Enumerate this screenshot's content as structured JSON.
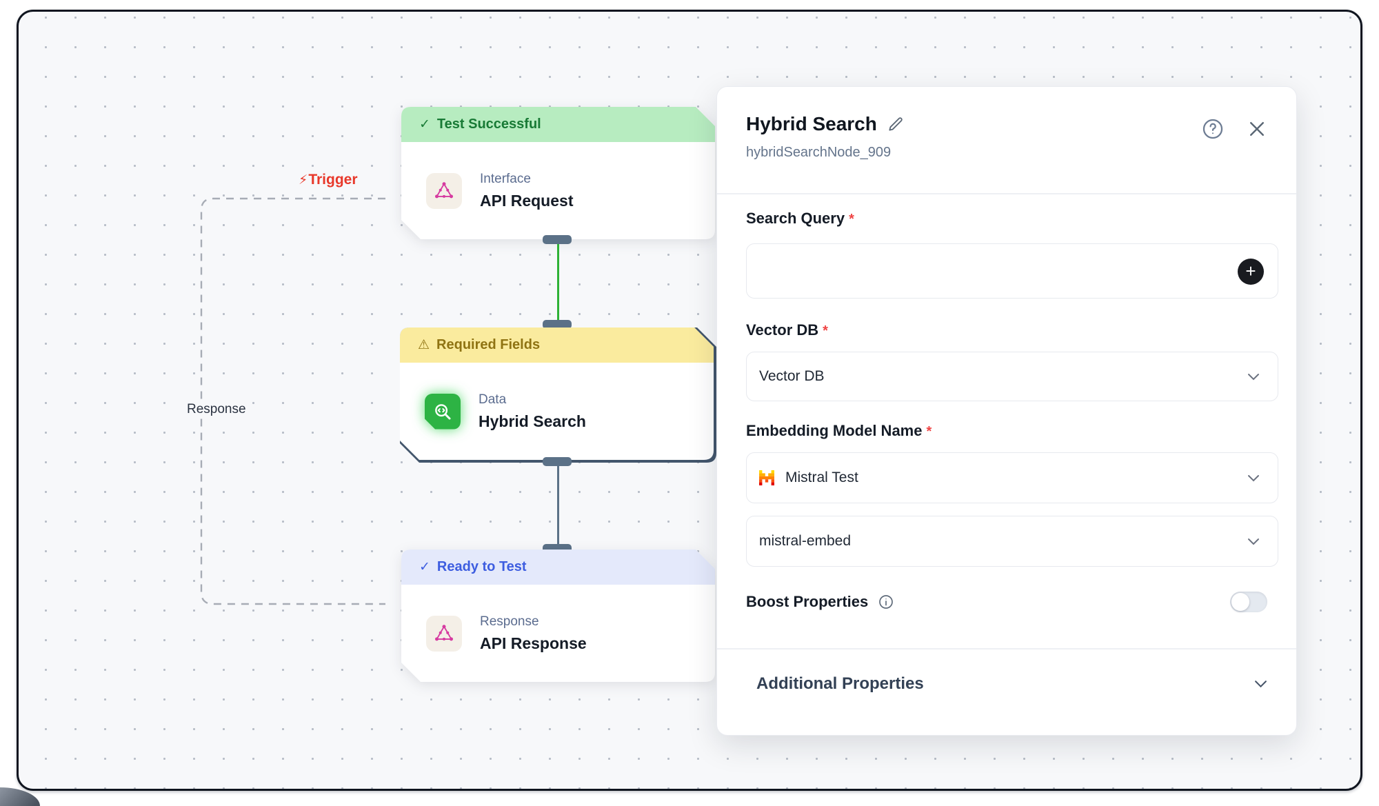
{
  "canvas": {
    "edges": {
      "trigger_icon": "⚡",
      "trigger_label": "Trigger",
      "response_label": "Response"
    },
    "nodes": [
      {
        "status_icon": "✓",
        "status_text": "Test Successful",
        "category": "Interface",
        "title": "API Request",
        "icon": "graphql-icon"
      },
      {
        "status_icon": "⚠",
        "status_text": "Required Fields",
        "category": "Data",
        "title": "Hybrid Search",
        "icon": "hybrid-search-icon"
      },
      {
        "status_icon": "✓",
        "status_text": "Ready to Test",
        "category": "Response",
        "title": "API Response",
        "icon": "graphql-icon"
      }
    ]
  },
  "panel": {
    "title": "Hybrid Search",
    "node_id": "hybridSearchNode_909",
    "fields": {
      "search_query": {
        "label": "Search Query",
        "required_marker": "*",
        "value": "",
        "add_button": "+"
      },
      "vector_db": {
        "label": "Vector DB",
        "required_marker": "*",
        "value": "Vector DB"
      },
      "embedding_model": {
        "label": "Embedding Model Name",
        "required_marker": "*",
        "value": "Mistral Test",
        "provider": "mistral-logo"
      },
      "embedding_model_id": {
        "value": "mistral-embed"
      },
      "boost_properties": {
        "label": "Boost Properties",
        "enabled": false
      },
      "additional_properties": {
        "label": "Additional Properties"
      }
    }
  },
  "colors": {
    "success_bg": "#b7ecc0",
    "success_text": "#187a35",
    "warning_bg": "#faeb9e",
    "warning_text": "#8f7312",
    "info_bg": "#e4e9fb",
    "info_text": "#3d5de0",
    "trigger_red": "#e8382a",
    "edge_green": "#2eb135",
    "edge_slate": "#5b7187",
    "required_red": "#ef4444",
    "node_icon_green": "#2db344",
    "graphql_pink": "#d63aa0"
  }
}
